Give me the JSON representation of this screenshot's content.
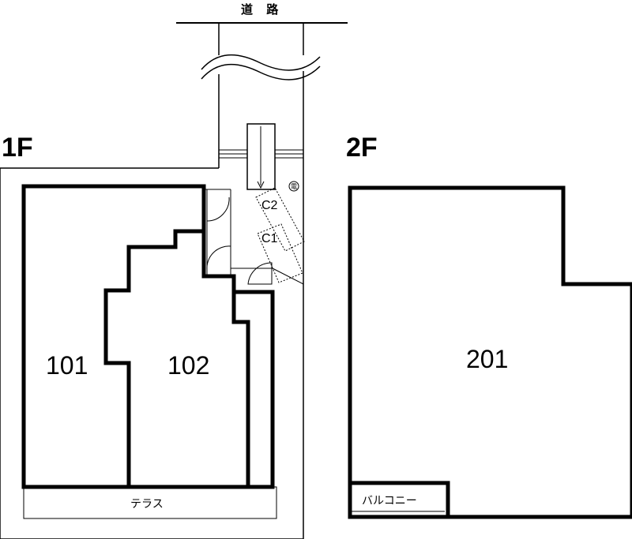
{
  "road": {
    "label": "道 路"
  },
  "floors": [
    {
      "id": "1F",
      "label": "1F",
      "units": [
        "101",
        "102"
      ],
      "terrace": "テラス"
    },
    {
      "id": "2F",
      "label": "2F",
      "units": [
        "201"
      ],
      "balcony": "バルコニー"
    }
  ],
  "parking": [
    "C2",
    "C1"
  ],
  "meter": {
    "label": "電"
  }
}
